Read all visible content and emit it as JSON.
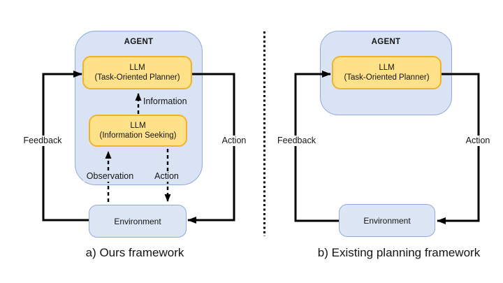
{
  "figure": {
    "panel_a": {
      "caption": "a) Ours framework",
      "agent_label": "AGENT",
      "planner": {
        "line1": "LLM",
        "line2": "(Task-Oriented Planner)"
      },
      "seeker": {
        "line1": "LLM",
        "line2": "(Information Seeking)"
      },
      "environment_label": "Environment",
      "flow_labels": {
        "feedback": "Feedback",
        "action_outer": "Action",
        "information": "Information",
        "observation": "Observation",
        "action_inner": "Action"
      }
    },
    "panel_b": {
      "caption": "b) Existing planning framework",
      "agent_label": "AGENT",
      "planner": {
        "line1": "LLM",
        "line2": "(Task-Oriented Planner)"
      },
      "environment_label": "Environment",
      "flow_labels": {
        "feedback": "Feedback",
        "action": "Action"
      }
    },
    "colors": {
      "agent_fill": "#dae3f3",
      "agent_border": "#8faadc",
      "llm_fill": "#ffe18a",
      "llm_border": "#efb32b",
      "environment_fill": "#dce6f5",
      "environment_border": "#8faadc",
      "arrow": "#000000",
      "text": "#141414",
      "background": "#ffffff"
    }
  }
}
